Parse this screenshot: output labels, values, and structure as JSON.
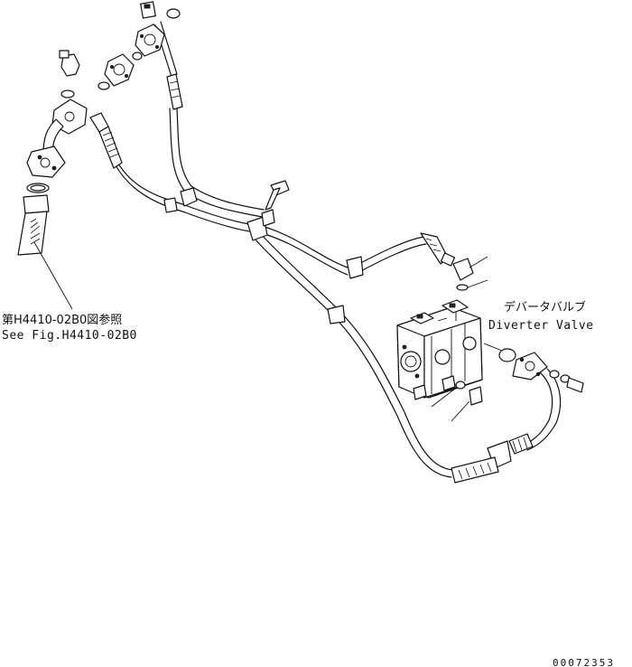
{
  "callouts": {
    "ref_jp": "第H4410-02B0図参照",
    "ref_en": "See Fig.H4410-02B0",
    "valve_jp": "デバータバルブ",
    "valve_en": "Diverter Valve"
  },
  "drawing_number": "00072353"
}
